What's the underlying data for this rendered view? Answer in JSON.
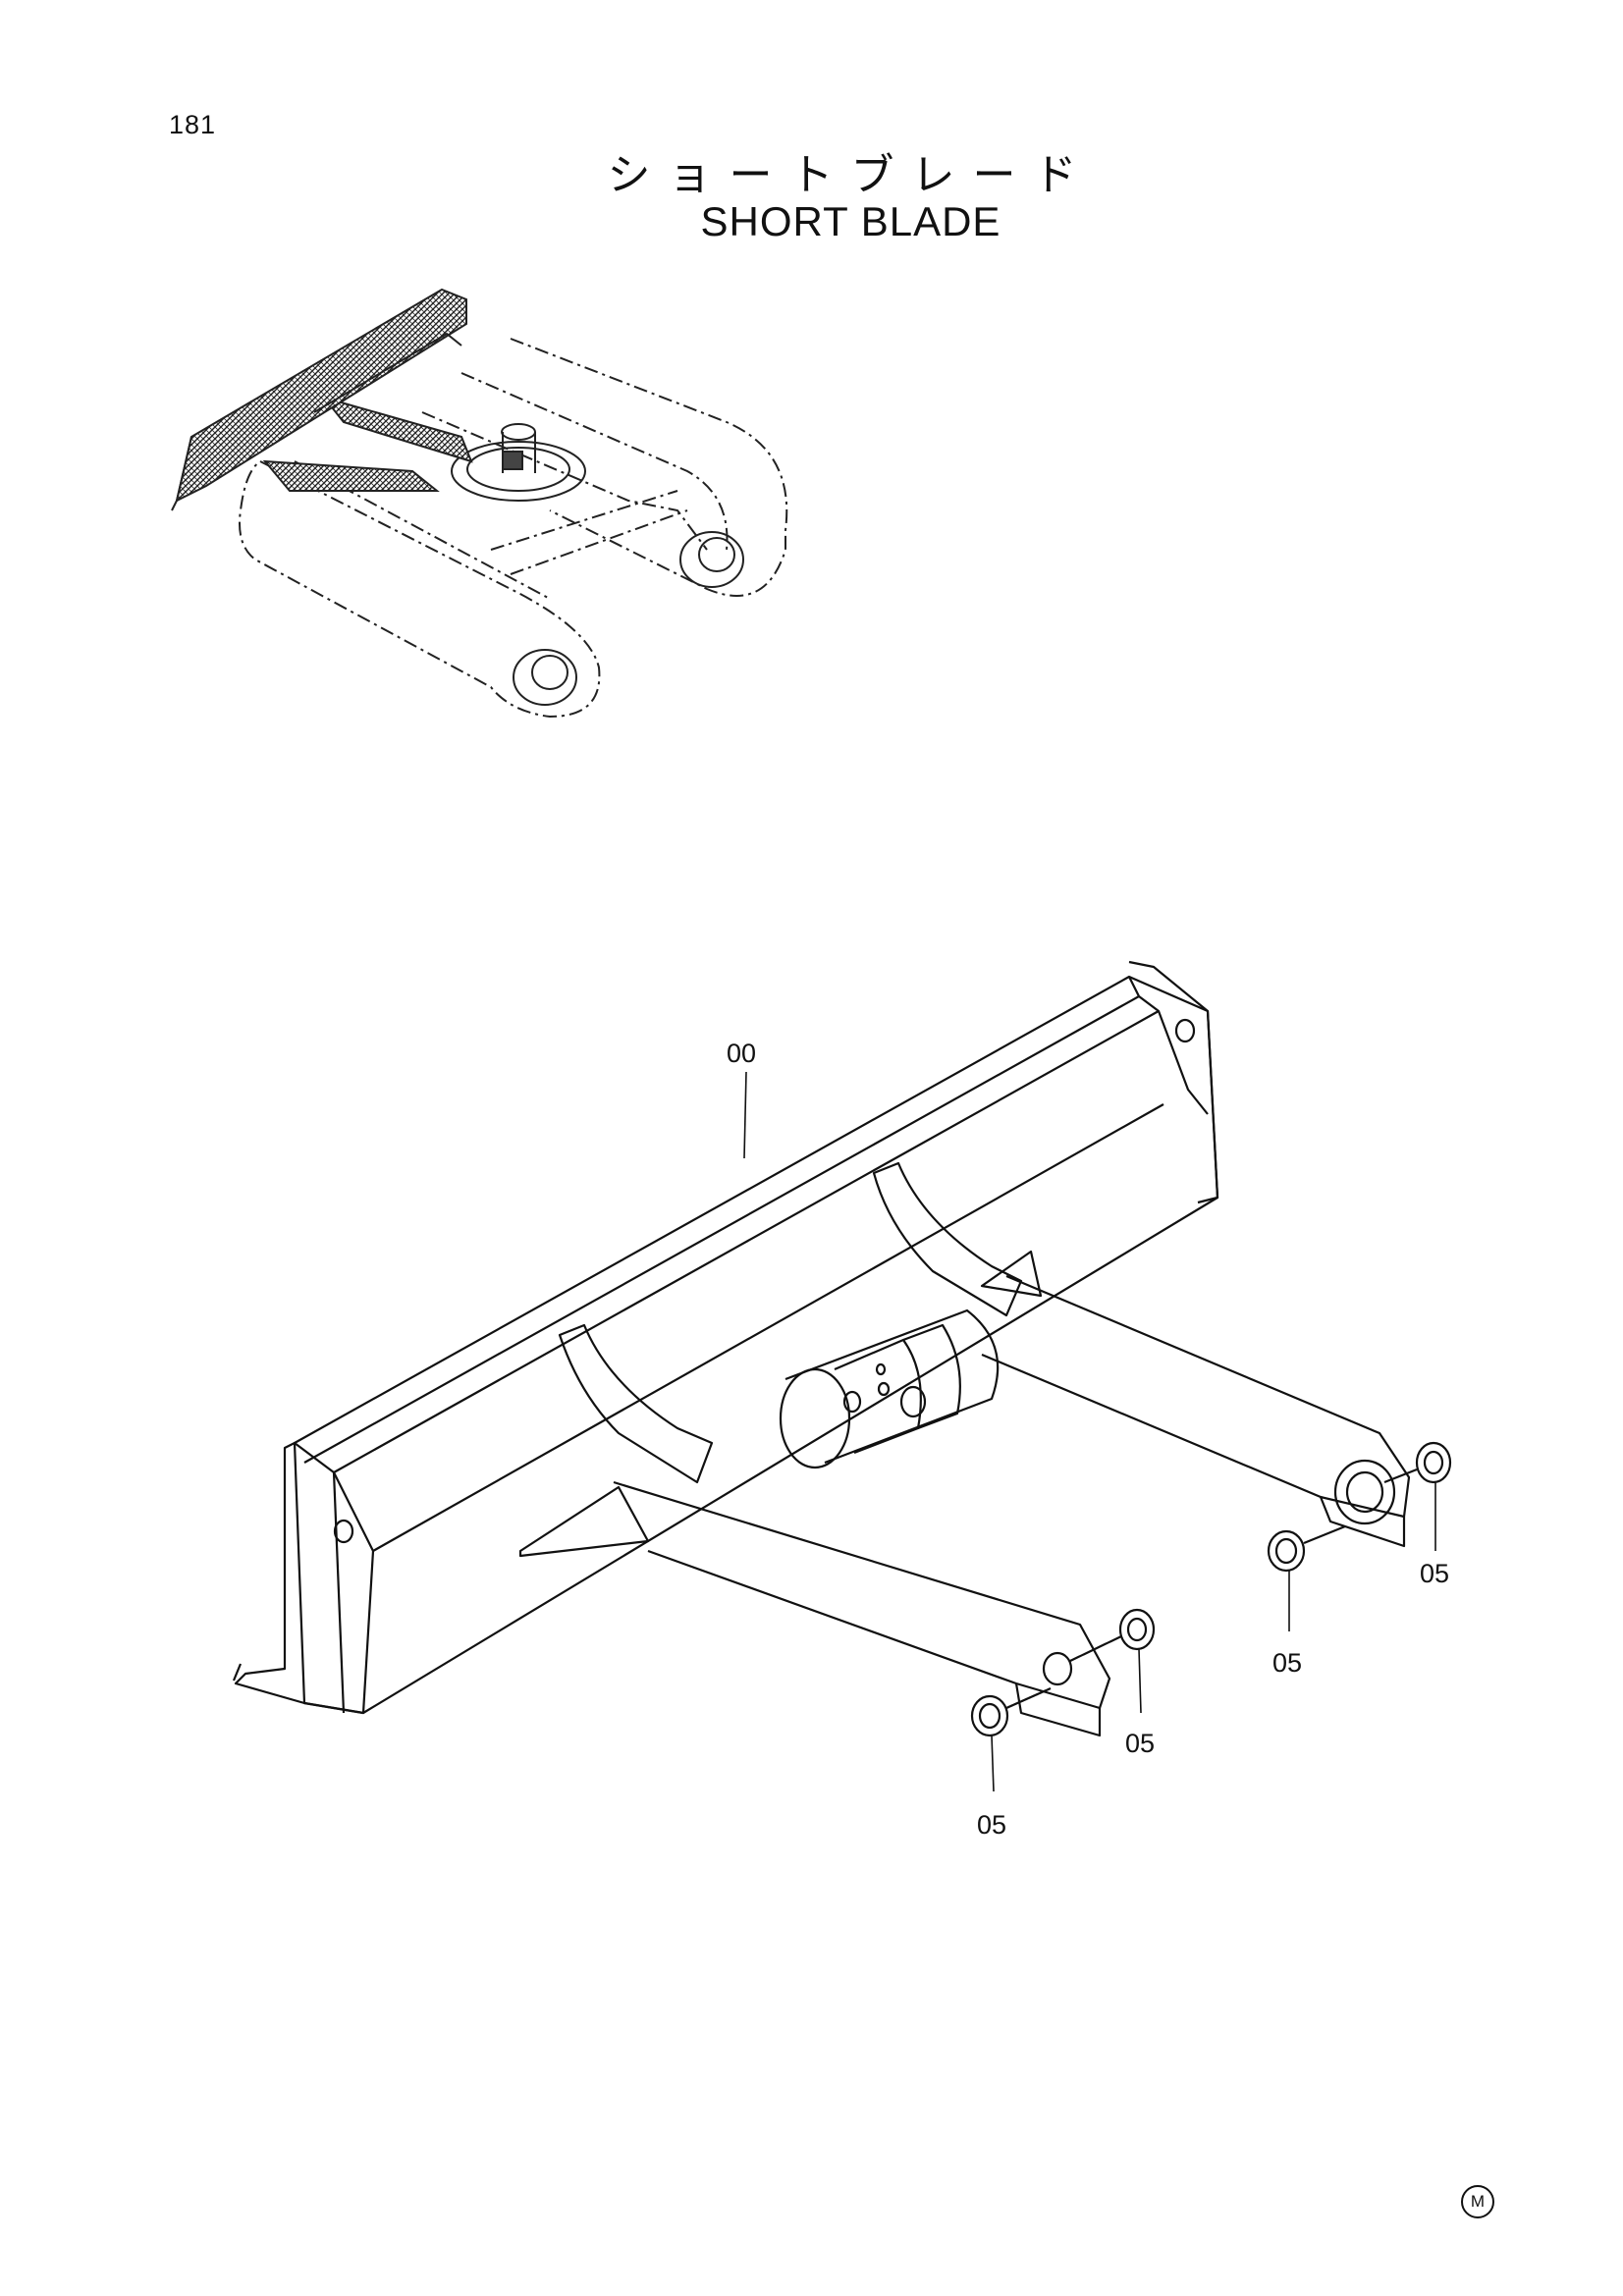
{
  "page": {
    "number": "181",
    "title_jp": "ショートブレード",
    "title_en": "SHORT BLADE",
    "mark": "M"
  },
  "callouts": [
    {
      "id": "00"
    },
    {
      "id": "05"
    },
    {
      "id": "05"
    },
    {
      "id": "05"
    },
    {
      "id": "05"
    }
  ]
}
